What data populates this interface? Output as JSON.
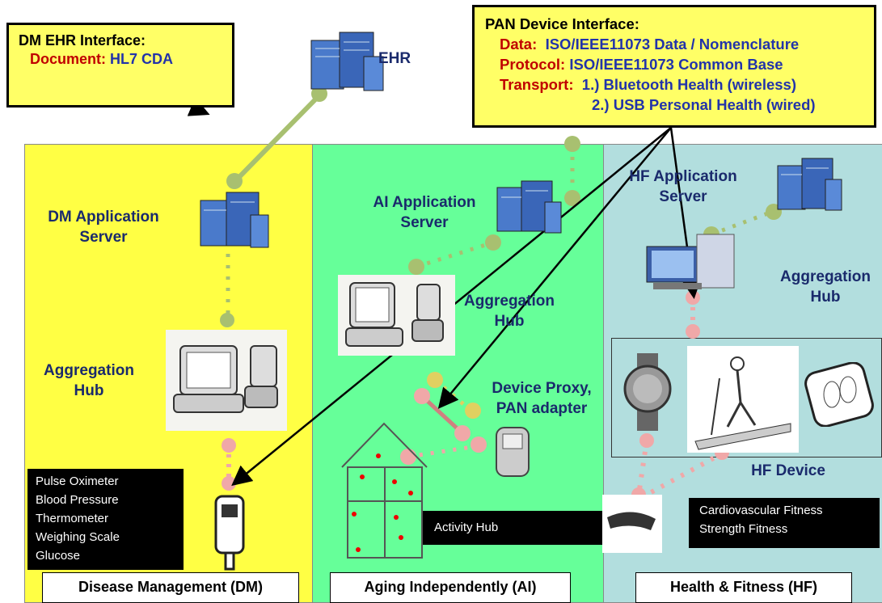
{
  "ehr": {
    "label": "EHR"
  },
  "dm_ehr_box": {
    "title": "DM EHR Interface:",
    "document_key": "Document",
    "document_value": "HL7 CDA"
  },
  "pan_box": {
    "title": "PAN Device Interface:",
    "data_key": "Data",
    "data_value": "ISO/IEEE11073 Data / Nomenclature",
    "protocol_key": "Protocol:",
    "protocol_value": "ISO/IEEE11073 Common Base",
    "transport_key": "Transport",
    "transport_1": "1.) Bluetooth Health (wireless)",
    "transport_2": "2.) USB Personal Health (wired)"
  },
  "dm": {
    "server_label": "DM Application\nServer",
    "hub_label": "Aggregation\nHub",
    "devices": [
      "Pulse Oximeter",
      "Blood Pressure",
      "Thermometer",
      "Weighing Scale",
      "Glucose"
    ],
    "tab": "Disease Management (DM)"
  },
  "ai": {
    "server_label": "AI Application\nServer",
    "hub_label": "Aggregation\nHub",
    "proxy_label": "Device Proxy,\nPAN adapter",
    "activity_label": "Activity Hub",
    "tab": "Aging Independently (AI)"
  },
  "hf": {
    "server_label": "HF Application\nServer",
    "hub_label": "Aggregation\nHub",
    "device_label": "HF Device",
    "fitness": [
      "Cardiovascular Fitness",
      "Strength Fitness"
    ],
    "tab": "Health & Fitness (HF)"
  },
  "colors": {
    "dm_panel": "#ffff44",
    "ai_panel": "#66ff99",
    "hf_panel": "#b2dede",
    "callout_box": "#ffff66",
    "key_red": "#c00000",
    "value_blue": "#2233aa",
    "dm_link": "#a8c070",
    "ai_link": "#c8d888",
    "device_link": "#f0a8a8"
  }
}
